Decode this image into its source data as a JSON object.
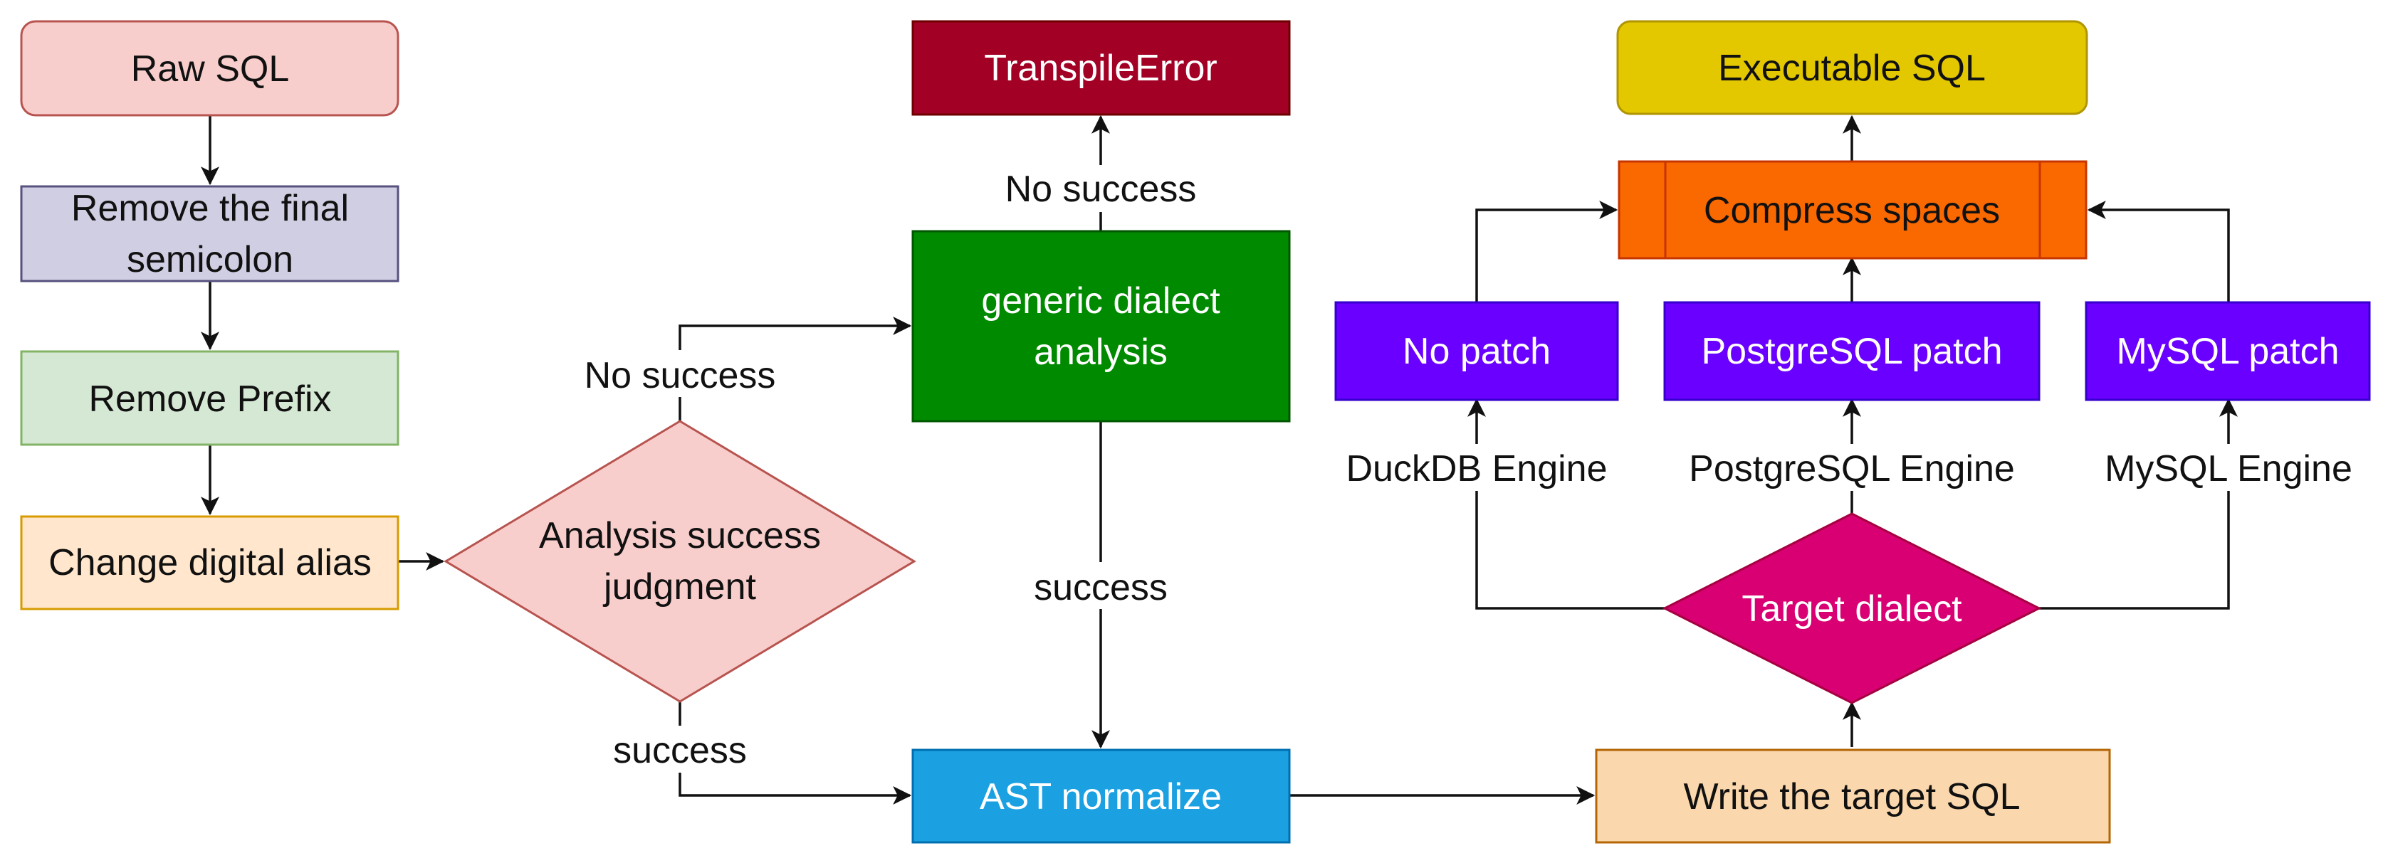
{
  "nodes": {
    "raw_sql": {
      "label": "Raw SQL",
      "fill": "#f8cecc",
      "stroke": "#b85450",
      "text_color": "#111111"
    },
    "remove_semicolon": {
      "line1": "Remove the final",
      "line2": "semicolon",
      "fill": "#d0cee2",
      "stroke": "#56517e",
      "text_color": "#111111"
    },
    "remove_prefix": {
      "label": "Remove Prefix",
      "fill": "#d5e8d4",
      "stroke": "#82b366",
      "text_color": "#111111"
    },
    "change_alias": {
      "label": "Change digital alias",
      "fill": "#ffe6cc",
      "stroke": "#d79b00",
      "text_color": "#111111"
    },
    "analysis_judgment": {
      "line1": "Analysis success",
      "line2": "judgment",
      "fill": "#f8cecc",
      "stroke": "#b85450",
      "text_color": "#111111"
    },
    "transpile_error": {
      "label": "TranspileError",
      "fill": "#a20025",
      "stroke": "#6f0000",
      "text_color": "#ffffff"
    },
    "generic_dialect": {
      "line1": "generic dialect",
      "line2": "analysis",
      "fill": "#008a00",
      "stroke": "#005700",
      "text_color": "#ffffff"
    },
    "ast_normalize": {
      "label": "AST normalize",
      "fill": "#1ba1e2",
      "stroke": "#006eaf",
      "text_color": "#ffffff"
    },
    "write_target": {
      "label": "Write the target SQL",
      "fill": "#fad7ac",
      "stroke": "#b46504",
      "text_color": "#111111"
    },
    "target_dialect": {
      "label": "Target dialect",
      "fill": "#d80073",
      "stroke": "#a50040",
      "text_color": "#ffffff"
    },
    "no_patch": {
      "label": "No patch",
      "fill": "#6a00ff",
      "stroke": "#3700cc",
      "text_color": "#ffffff"
    },
    "postgresql_patch": {
      "label": "PostgreSQL patch",
      "fill": "#6a00ff",
      "stroke": "#3700cc",
      "text_color": "#ffffff"
    },
    "mysql_patch": {
      "label": "MySQL patch",
      "fill": "#6a00ff",
      "stroke": "#3700cc",
      "text_color": "#ffffff"
    },
    "compress_spaces": {
      "label": "Compress spaces",
      "fill": "#fa6800",
      "stroke": "#c73500",
      "text_color": "#111111"
    },
    "executable_sql": {
      "label": "Executable SQL",
      "fill": "#e3c800",
      "stroke": "#b09500",
      "text_color": "#111111"
    }
  },
  "edge_labels": {
    "no_success_to_generic": "No success",
    "success_to_ast": "success",
    "no_success_to_error": "No success",
    "generic_success": "success",
    "duckdb_engine": "DuckDB Engine",
    "postgresql_engine": "PostgreSQL Engine",
    "mysql_engine": "MySQL Engine"
  }
}
